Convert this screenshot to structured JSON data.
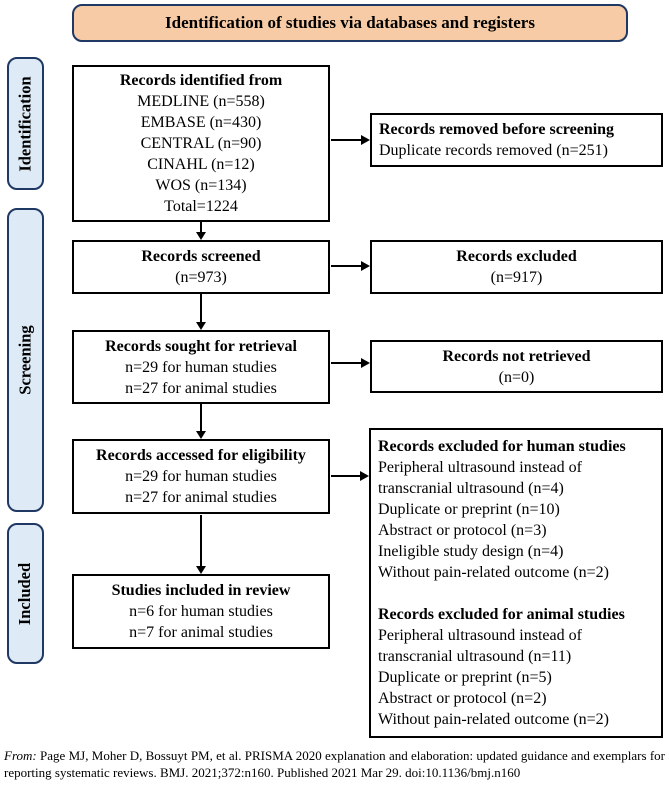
{
  "title": "Identification of studies via databases and registers",
  "colors": {
    "title_bg": "#F7CBA5",
    "stage_bg": "#DEEAF6",
    "border_dark": "#1F3864"
  },
  "stages": [
    {
      "label": "Identification"
    },
    {
      "label": "Screening"
    },
    {
      "label": "Included"
    }
  ],
  "flow": {
    "identified": {
      "heading": "Records identified from",
      "lines": [
        "MEDLINE (n=558)",
        "EMBASE (n=430)",
        "CENTRAL (n=90)",
        "CINAHL (n=12)",
        "WOS (n=134)",
        "Total=1224"
      ]
    },
    "screened": {
      "heading": "Records screened",
      "lines": [
        "(n=973)"
      ]
    },
    "sought": {
      "heading": "Records sought for retrieval",
      "lines": [
        "n=29 for human studies",
        "n=27 for animal studies"
      ]
    },
    "assessed": {
      "heading": "Records accessed for eligibility",
      "lines": [
        "n=29 for human studies",
        "n=27 for animal studies"
      ]
    },
    "included": {
      "heading": "Studies included in review",
      "lines": [
        "n=6 for human studies",
        "n=7 for animal studies"
      ]
    }
  },
  "exclusions": {
    "removed": {
      "heading": "Records removed before screening",
      "lines": [
        "Duplicate records removed (n=251)"
      ]
    },
    "excluded": {
      "heading": "Records excluded",
      "lines": [
        "(n=917)"
      ]
    },
    "not_retrieved": {
      "heading": "Records not retrieved",
      "lines": [
        "(n=0)"
      ]
    },
    "eligibility": {
      "human_heading": "Records excluded for human studies",
      "human_lines": [
        "Peripheral ultrasound instead of transcranial ultrasound (n=4)",
        "Duplicate or preprint (n=10)",
        "Abstract or protocol (n=3)",
        "Ineligible study design (n=4)",
        "Without pain-related outcome (n=2)"
      ],
      "animal_heading": "Records excluded for animal studies",
      "animal_lines": [
        "Peripheral ultrasound instead of transcranial ultrasound (n=11)",
        "Duplicate or preprint (n=5)",
        "Abstract or protocol (n=2)",
        "Without pain-related outcome (n=2)"
      ]
    }
  },
  "footer": {
    "prefix": "From:",
    "citation": " Page MJ, Moher D, Bossuyt PM, et al. PRISMA 2020 explanation and elaboration: updated guidance and exemplars for reporting systematic reviews. BMJ. 2021;372:n160. Published 2021 Mar 29. doi:10.1136/bmj.n160"
  }
}
